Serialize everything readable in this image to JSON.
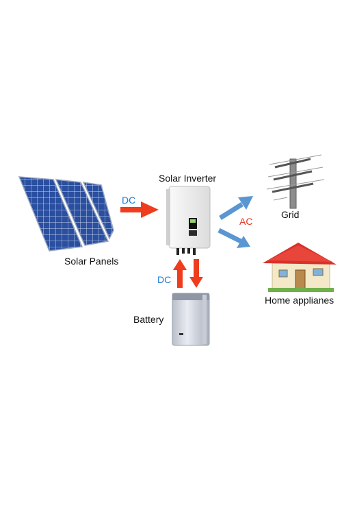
{
  "diagram": {
    "nodes": {
      "solar_panels": {
        "label": "Solar Panels"
      },
      "inverter": {
        "label": "Solar Inverter"
      },
      "grid": {
        "label": "Grid"
      },
      "home": {
        "label": "Home applianes"
      },
      "battery": {
        "label": "Battery"
      }
    },
    "edges": {
      "panels_to_inverter": {
        "label": "DC"
      },
      "inverter_to_outputs": {
        "label": "AC"
      },
      "inverter_battery": {
        "label": "DC"
      }
    },
    "colors": {
      "dc_text": "#1e78d7",
      "ac_text": "#e8321e",
      "red_arrow": "#f03c1e",
      "blue_arrow": "#5a96d2",
      "panel_blue": "#1f3f8a",
      "roof_red": "#d8312a"
    },
    "icons": [
      "solar-panel-icon",
      "inverter-icon",
      "power-pylon-icon",
      "house-icon",
      "battery-icon"
    ]
  }
}
